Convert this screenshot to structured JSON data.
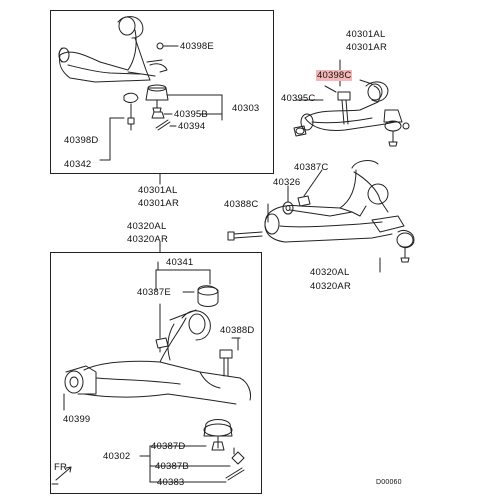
{
  "labels": {
    "p40398E": "40398E",
    "p40303": "40303",
    "p40395B": "40395B",
    "p40394": "40394",
    "p40398D": "40398D",
    "p40342": "40342",
    "p40301AL_a": "40301AL",
    "p40301AR_a": "40301AR",
    "p40301AL_b": "40301AL",
    "p40301AR_b": "40301AR",
    "p40398C": "40398C",
    "p40395C": "40395C",
    "p40387C": "40387C",
    "p40326": "40326",
    "p40388C": "40388C",
    "p40320AL_a": "40320AL",
    "p40320AR_a": "40320AR",
    "p40320AL_b": "40320AL",
    "p40320AR_b": "40320AR",
    "p40341": "40341",
    "p40387E": "40387E",
    "p40388D": "40388D",
    "p40399": "40399",
    "p40302": "40302",
    "p40387D": "40387D",
    "p40387B": "40387B",
    "p40383": "40383",
    "fr": "FR",
    "code": "D00060"
  },
  "colors": {
    "line": "#222222",
    "highlight": "#f6b8b6"
  }
}
